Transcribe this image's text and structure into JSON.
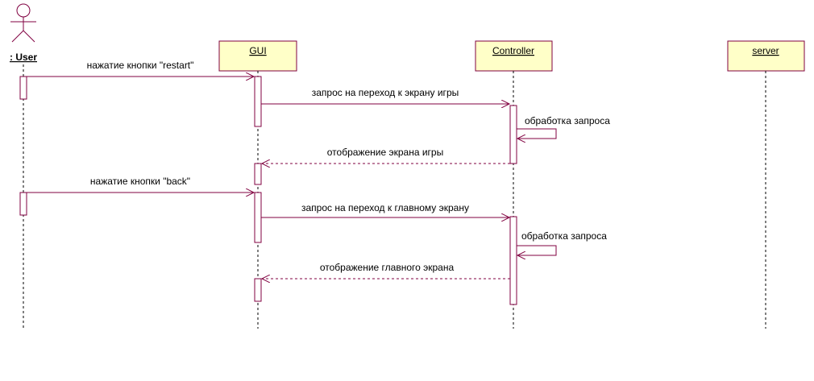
{
  "colors": {
    "line": "#800040",
    "box_fill": "#ffffc8",
    "lifeline": "#000000"
  },
  "actor": {
    "name": ": User"
  },
  "participants": [
    {
      "name": "GUI"
    },
    {
      "name": "Controller"
    },
    {
      "name": "server"
    }
  ],
  "messages": [
    {
      "label": "нажатие кнопки \"restart\"",
      "kind": "sync"
    },
    {
      "label": "запрос на переход к экрану игры",
      "kind": "sync"
    },
    {
      "label": "обработка запроса",
      "kind": "self"
    },
    {
      "label": "отображение экрана игры",
      "kind": "return"
    },
    {
      "label": "нажатие кнопки \"back\"",
      "kind": "sync"
    },
    {
      "label": "запрос на переход к главному экрану",
      "kind": "sync"
    },
    {
      "label": "обработка запроса",
      "kind": "self"
    },
    {
      "label": "отображение главного экрана",
      "kind": "return"
    }
  ]
}
